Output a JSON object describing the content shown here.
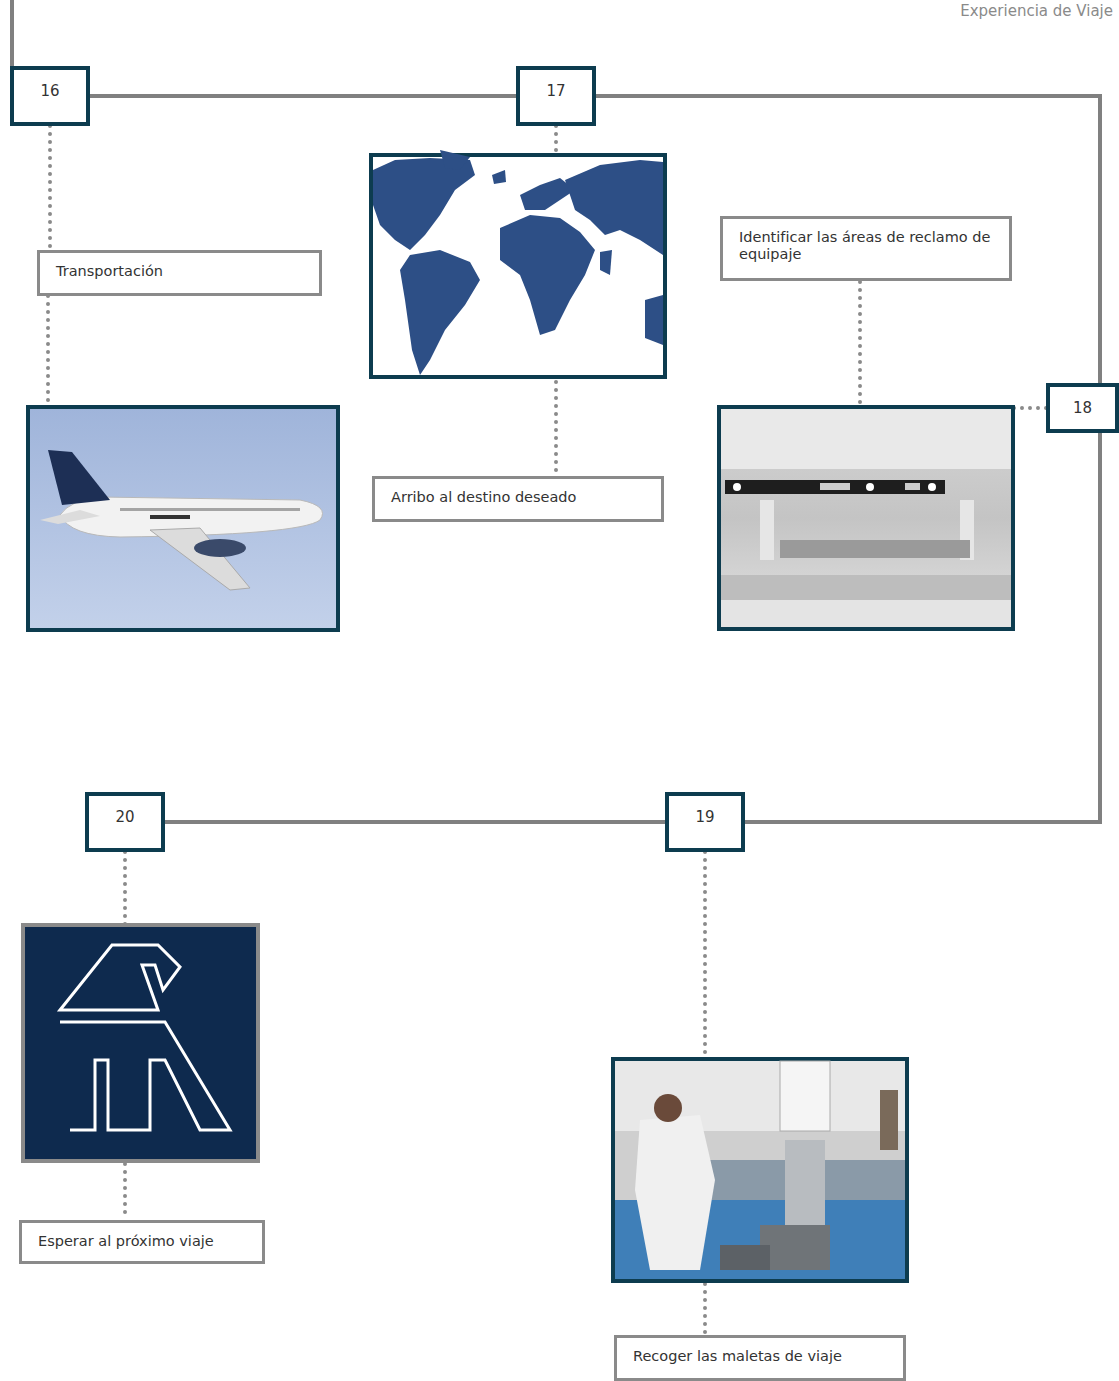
{
  "diagram": {
    "nodes": [
      {
        "text": [
          "16"
        ]
      },
      {
        "text": [
          "Transportación"
        ]
      },
      {
        "text": [
          "17"
        ]
      },
      {
        "text": [
          "Arribo al destino deseado"
        ]
      },
      {
        "text": [
          "18"
        ]
      },
      {
        "text": [
          "Identificar las áreas de reclamo de equipaje"
        ]
      },
      {
        "text": [
          "19"
        ]
      },
      {
        "text": [
          "Recoger las maletas de viaje"
        ]
      },
      {
        "text": [
          "20"
        ]
      },
      {
        "text": [
          "Esperar al próximo viaje"
        ]
      }
    ],
    "edges": [
      {
        "from": 0,
        "to": 1,
        "arrow": "none"
      },
      {
        "from": 2,
        "to": 3,
        "arrow": "none"
      },
      {
        "from": 4,
        "to": 5,
        "arrow": "none"
      },
      {
        "from": 6,
        "to": 7,
        "arrow": "none"
      },
      {
        "from": 8,
        "to": 9,
        "arrow": "none"
      },
      {
        "from": 0,
        "to": 2,
        "arrow": "none"
      },
      {
        "from": 2,
        "to": 4,
        "arrow": "none"
      },
      {
        "from": 4,
        "to": 6,
        "arrow": "none"
      },
      {
        "from": 6,
        "to": 8,
        "arrow": "none"
      }
    ],
    "labels": [
      "Experiencia de Viaje"
    ]
  }
}
